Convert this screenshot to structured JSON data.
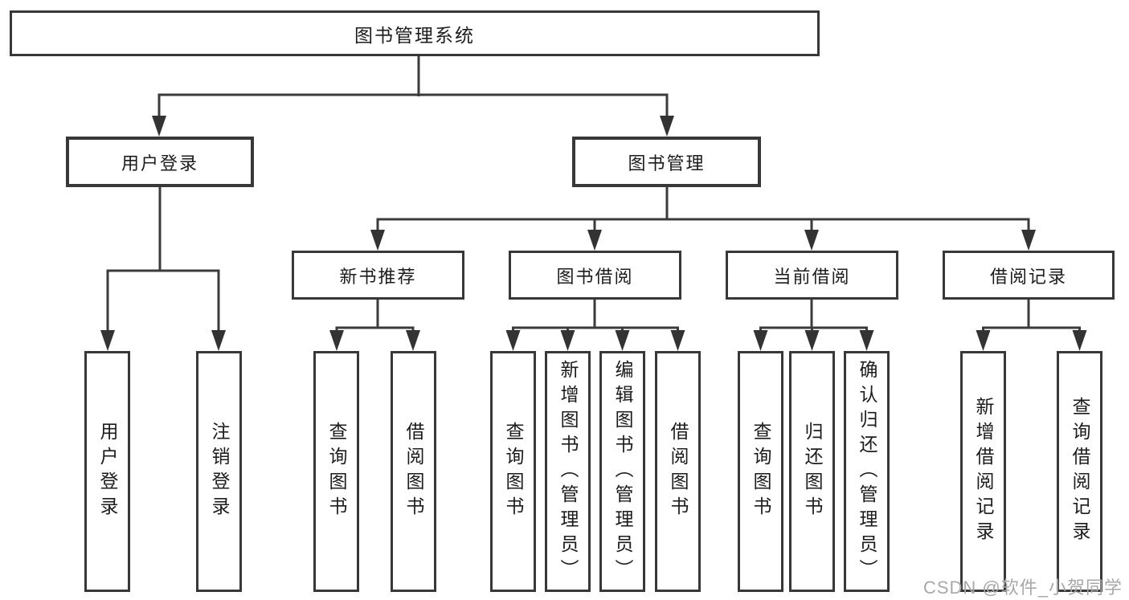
{
  "diagram": {
    "root": {
      "label": "图书管理系统"
    },
    "branches": [
      {
        "label": "用户登录",
        "children": [
          {
            "label": "用户登录"
          },
          {
            "label": "注销登录"
          }
        ]
      },
      {
        "label": "图书管理",
        "children": [
          {
            "label": "新书推荐",
            "children": [
              {
                "label": "查询图书"
              },
              {
                "label": "借阅图书"
              }
            ]
          },
          {
            "label": "图书借阅",
            "children": [
              {
                "label": "查询图书"
              },
              {
                "label": "新增图书（管理员）"
              },
              {
                "label": "编辑图书（管理员）"
              },
              {
                "label": "借阅图书"
              }
            ]
          },
          {
            "label": "当前借阅",
            "children": [
              {
                "label": "查询图书"
              },
              {
                "label": "归还图书"
              },
              {
                "label": "确认归还（管理员）"
              }
            ]
          },
          {
            "label": "借阅记录",
            "children": [
              {
                "label": "新增借阅记录"
              },
              {
                "label": "查询借阅记录"
              }
            ]
          }
        ]
      }
    ]
  },
  "watermark": {
    "text": "CSDN @软件_小贺同学"
  },
  "colors": {
    "line": "#3b3b3b",
    "box_border": "#383838",
    "box_fill": "#ffffff",
    "text": "#1c1c1c",
    "watermark": "#a8a8a8",
    "background": "#ffffff"
  }
}
